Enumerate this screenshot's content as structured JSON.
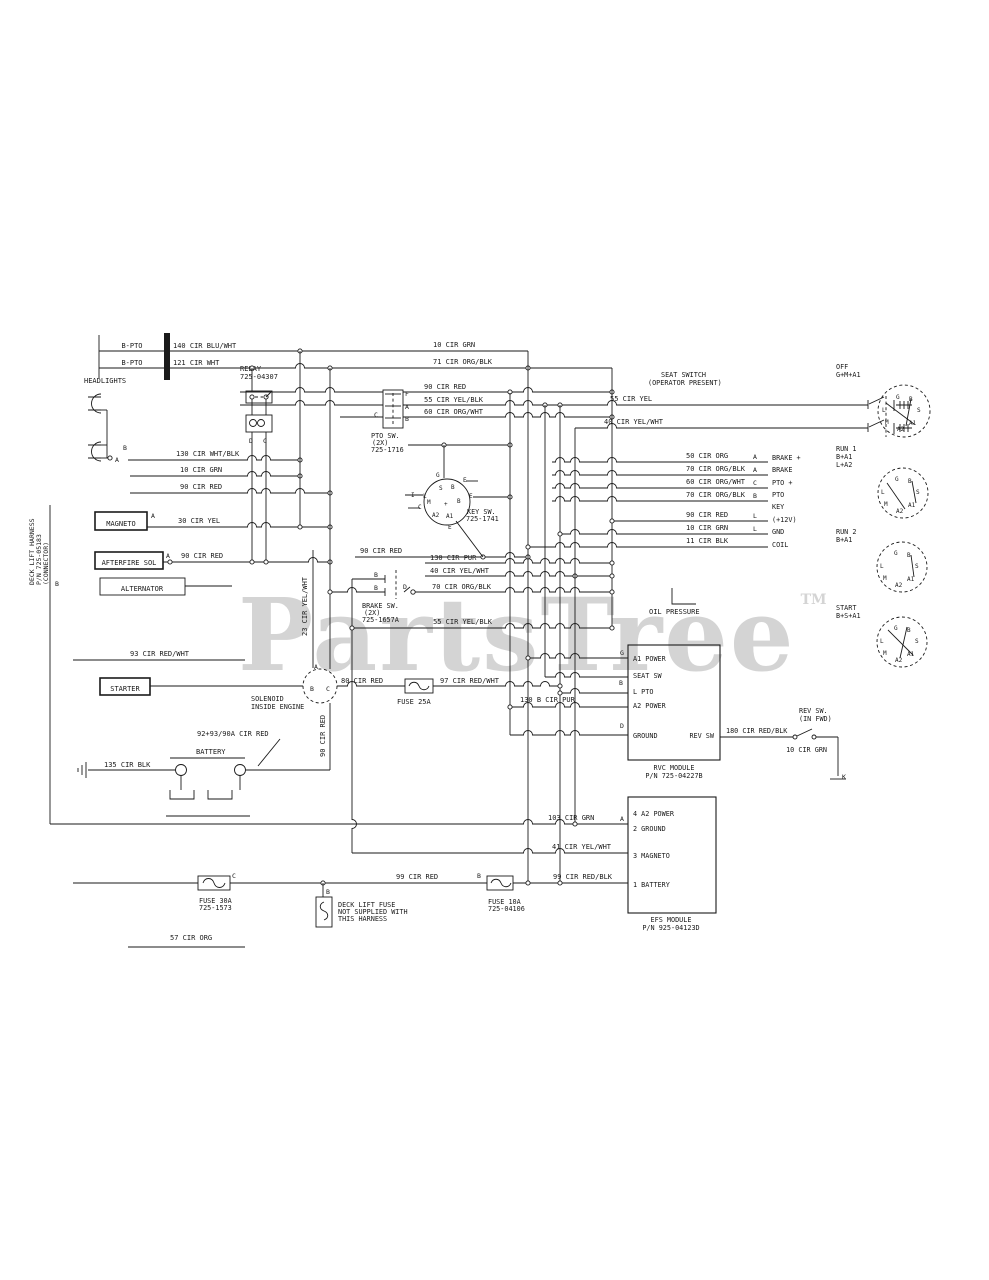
{
  "colors": {
    "line": "#1a1a1a",
    "watermark": "#d4d4d4",
    "background": "#ffffff"
  },
  "watermark": {
    "text": "PartsTree",
    "tm": "TM"
  },
  "labels": {
    "b_pto_1": "B-PTO",
    "b_pto_2": "B-PTO",
    "cir_140": "140 CIR BLU/WHT",
    "cir_121": "121 CIR WHT",
    "headlights": "HEADLIGHTS",
    "hl_b": "B",
    "hl_a": "A",
    "relay_1": "RELAY",
    "relay_2": "725-04307",
    "relay_d": "D",
    "relay_c": "C",
    "cir_130_wht_blk": "130 CIR WHT/BLK",
    "cir_10_grn_left": "10 CIR GRN",
    "cir_90_red_left": "90 CIR RED",
    "magneto": "MAGNETO",
    "mag_a": "A",
    "cir_30_yel": "30 CIR YEL",
    "afterfire_sol": "AFTERFIRE SOL",
    "af_a": "A",
    "cir_90_red_af": "90 CIR RED",
    "alternator": "ALTERNATOR",
    "deck_1": "DECK LIFT HARNESS",
    "deck_2": "P/N 725-05183",
    "deck_3": "(CONNECTOR)",
    "deck_b": "B",
    "cir_93_red_wht": "93 CIR RED/WHT",
    "starter": "STARTER",
    "sol_a": "A",
    "sol_b": "B",
    "sol_c": "C",
    "solenoid_1": "SOLENOID",
    "solenoid_2": "INSIDE ENGINE",
    "cir_92_93": "92+93/90A CIR RED",
    "battery": "BATTERY",
    "cir_135_blk": "135 CIR BLK",
    "cir_90_red_vert": "90 CIR RED",
    "cir_23_yel_wht": "23 CIR YEL/WHT",
    "cir_10_grn_top": "10 CIR GRN",
    "cir_71_org_blk": "71 CIR ORG/BLK",
    "pto_1": "PTO SW.",
    "pto_2": "(2X)",
    "pto_3": "725-1716",
    "pto_f": "F",
    "pto_a": "A",
    "pto_b": "B",
    "pto_c": "C",
    "cir_90_red_pto": "90 CIR RED",
    "cir_55_yel_blk_pto": "55 CIR YEL/BLK",
    "cir_60_org_wht_pto": "60 CIR ORG/WHT",
    "key_g_out": "G",
    "key_s": "S",
    "key_b1": "B",
    "key_e1": "E",
    "key_i": "I",
    "key_l": "L",
    "key_m": "M",
    "key_c": "C",
    "key_b2": "B",
    "key_e2": "E",
    "key_a2": "A2",
    "key_a1": "A1",
    "key_e3": "E",
    "key_plus": "+",
    "key_sw_1": "KEY SW.",
    "key_sw_2": "725-1741",
    "cir_90_red_mid": "90 CIR RED",
    "brake_b1": "B",
    "brake_b2": "B",
    "brake_d": "D",
    "brake_1": "BRAKE SW.",
    "brake_2": "(2X)",
    "brake_3": "725-1657A",
    "cir_130_pur": "130 CIR PUR",
    "cir_40_yel_wht": "40 CIR YEL/WHT",
    "cir_70_org_blk": "70 CIR ORG/BLK",
    "cir_55_yel_blk": "55 CIR YEL/BLK",
    "cir_80_red": "80 CIR RED",
    "fuse_25a": "FUSE 25A",
    "cir_97_red_wht": "97 CIR RED/WHT",
    "cir_130b_pur": "130 B CIR PUR",
    "seat_1": "SEAT SWITCH",
    "seat_2": "(OPERATOR PRESENT)",
    "cir_55_yel": "55 CIR YEL",
    "cir_40_yel_wht_seat": "40 CIR YEL/WHT",
    "conn_1": "50 CIR ORG",
    "conn_2": "70 CIR ORG/BLK",
    "conn_3": "60 CIR ORG/WHT",
    "conn_4": "70 CIR ORG/BLK",
    "conn_5": "90 CIR RED",
    "conn_6": "10 CIR GRN",
    "conn_7": "11 CIR BLK",
    "conn_t1": "A",
    "conn_t2": "A",
    "conn_t3": "C",
    "conn_t4": "B",
    "conn_t5": "L",
    "conn_t6": "L",
    "pin_brake_p": "BRAKE +",
    "pin_brake": "BRAKE",
    "pin_pto_p": "PTO +",
    "pin_pto": "PTO",
    "pin_key": "KEY",
    "pin_12v": "(+12V)",
    "pin_gnd": "GND",
    "pin_coil": "COIL",
    "oil_pressure": "OIL PRESSURE",
    "rvc_a1": "A1 POWER",
    "rvc_seat": "SEAT SW",
    "rvc_lpto": "L PTO",
    "rvc_a2": "A2 POWER",
    "rvc_gnd": "GROUND",
    "rvc_rev": "REV SW",
    "rvc_tg": "G",
    "rvc_tb": "B",
    "rvc_td": "D",
    "rvc_name": "RVC MODULE",
    "rvc_pn": "P/N 725-04227B",
    "cir_180_red_blk": "180 CIR RED/BLK",
    "rev_sw_1": "REV SW.",
    "rev_sw_2": "(IN FWD)",
    "cir_10_grn_right": "10 CIR GRN",
    "term_k": "K",
    "efs_1": "4 A2 POWER",
    "efs_2": "2 GROUND",
    "efs_3": "3 MAGNETO",
    "efs_4": "1 BATTERY",
    "efs_ta": "A",
    "efs_name": "EFS MODULE",
    "efs_pn": "P/N 925-04123D",
    "cir_103_grn": "103 CIR GRN",
    "cir_41_yel_wht": "41 CIR YEL/WHT",
    "cir_99_red_blk": "99 CIR RED/BLK",
    "cir_99_red": "99 CIR RED",
    "fuse_10_b": "B",
    "fuse_10_1": "FUSE 10A",
    "fuse_10_2": "725-04106",
    "fuse_30_1": "FUSE 30A",
    "fuse_30_2": "725-1573",
    "fuse_30_c": "C",
    "deck_fuse_b": "B",
    "deck_fuse_1": "DECK LIFT FUSE",
    "deck_fuse_2": "NOT SUPPLIED WITH",
    "deck_fuse_3": "THIS HARNESS",
    "cir_57_org": "57 CIR ORG",
    "pos_1_title": "OFF",
    "pos_1_sub": "G+M+A1",
    "pos_2_title": "RUN 1",
    "pos_2_sub1": "B+A1",
    "pos_2_sub2": "L+A2",
    "pos_3_title": "RUN 2",
    "pos_3_sub": "B+A1",
    "pos_4_title": "START",
    "pos_4_sub": "B+S+A1",
    "pc_g": "G",
    "pc_b": "B",
    "pc_s": "S",
    "pc_a1": "A1",
    "pc_a2": "A2",
    "pc_m": "M",
    "pc_l": "L"
  }
}
